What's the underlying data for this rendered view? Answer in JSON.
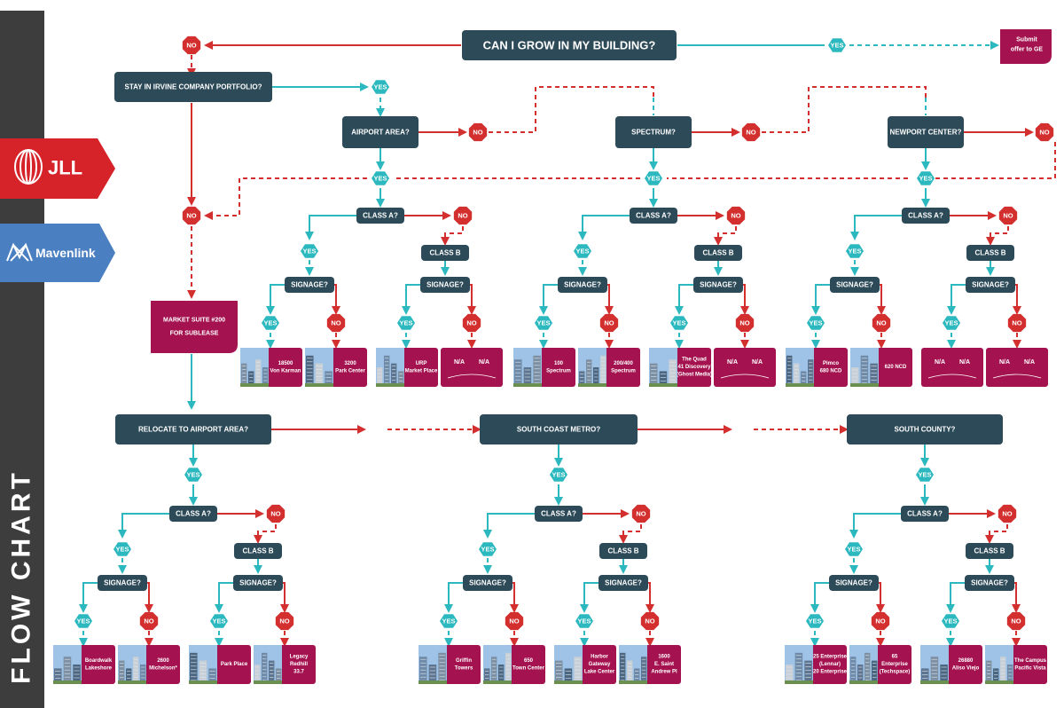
{
  "sidebar": {
    "title": "FLOW CHART",
    "logos": [
      "JLL",
      "Mavenlink"
    ]
  },
  "colors": {
    "dark": "#2d4a58",
    "red": "#d32f2f",
    "teal": "#2bb8bf",
    "magenta": "#a4124f",
    "sidebar": "#3d3d3d",
    "jll_red": "#d6232a",
    "mavenlink_blue": "#4a7fc1"
  },
  "answers": {
    "yes": "YES",
    "no": "NO"
  },
  "start": {
    "question": "CAN I GROW IN MY BUILDING?",
    "submit": [
      "Submit",
      "offer to GE"
    ]
  },
  "stay_question": "STAY IN IRVINE COMPANY PORTFOLIO?",
  "sublease": [
    "MARKET SUITE #200",
    "FOR SUBLEASE"
  ],
  "class_a": "CLASS A?",
  "class_b": "CLASS B",
  "signage": "SIGNAGE?",
  "na": "N/A",
  "top_groups": [
    {
      "question": "AIRPORT AREA?",
      "buildings": [
        [
          "18500",
          "Von Karman"
        ],
        [
          "3200",
          "Park Center"
        ],
        [
          "URP",
          "Market Place"
        ]
      ]
    },
    {
      "question": "SPECTRUM?",
      "buildings": [
        [
          "100",
          "Spectrum"
        ],
        [
          "200/400",
          "Spectrum"
        ],
        [
          "The Quad",
          "41 Discovery",
          "(Ghost Media)"
        ]
      ]
    },
    {
      "question": "NEWPORT CENTER?",
      "buildings": [
        [
          "Pimco",
          "680 NCD"
        ],
        [
          "620 NCD"
        ],
        [
          "N/A"
        ]
      ]
    }
  ],
  "bottom_groups": [
    {
      "question": "RELOCATE TO AIRPORT AREA?",
      "buildings": [
        [
          "Boardwalk",
          "Lakeshore"
        ],
        [
          "2600",
          "Michelson*"
        ],
        [
          "Park Place"
        ],
        [
          "Legacy",
          "Redhill",
          "33.7"
        ]
      ]
    },
    {
      "question": "SOUTH COAST METRO?",
      "buildings": [
        [
          "Griffin",
          "Towers"
        ],
        [
          "650",
          "Town Center"
        ],
        [
          "Harbor",
          "Gateway",
          "Lake Center"
        ],
        [
          "1600",
          "E. Saint",
          "Andrew Pl"
        ]
      ]
    },
    {
      "question": "SOUTH COUNTY?",
      "buildings": [
        [
          "25 Enterprise",
          "(Lennar)",
          "20 Enterprise"
        ],
        [
          "65",
          "Enterprise",
          "(Techspace)"
        ],
        [
          "26880",
          "Aliso Viejo"
        ],
        [
          "The Campus",
          "Pacific Vista"
        ]
      ]
    }
  ]
}
